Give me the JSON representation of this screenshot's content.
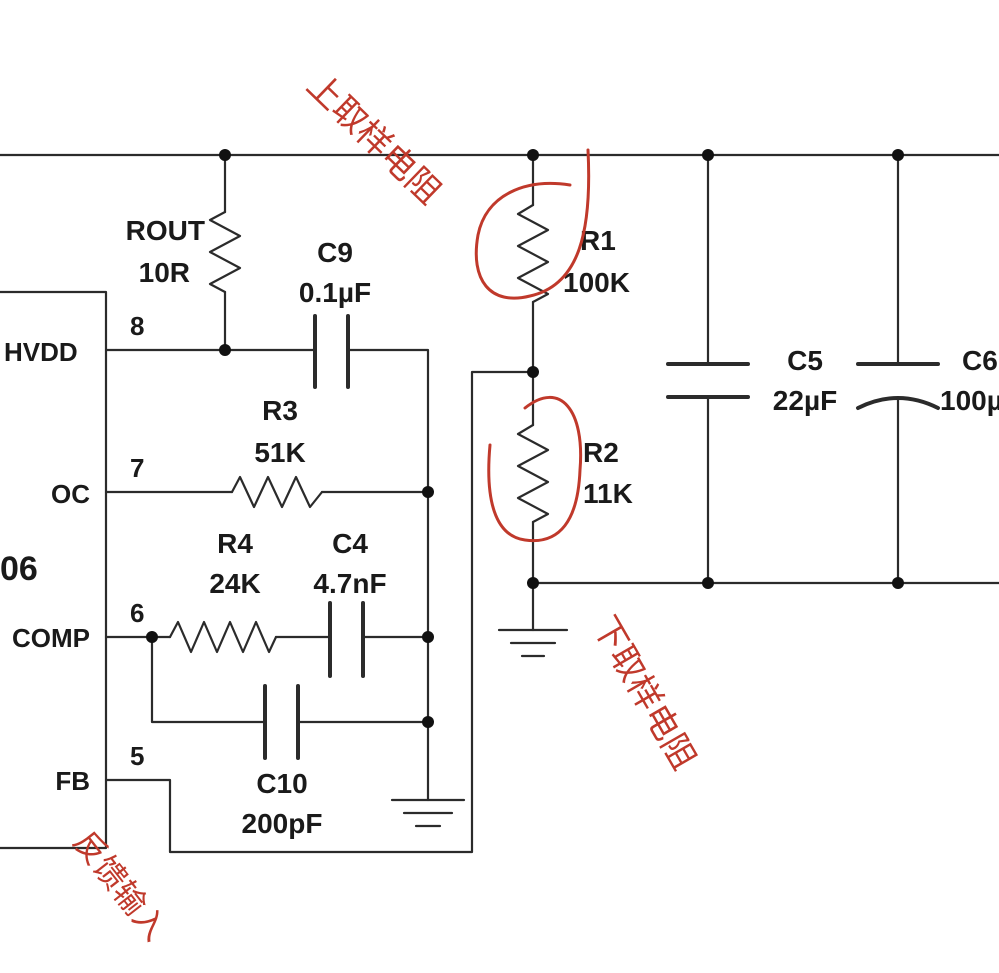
{
  "ic": {
    "part_suffix": "06",
    "pins": [
      {
        "number": "8",
        "name": "HVDD"
      },
      {
        "number": "7",
        "name": "OC"
      },
      {
        "number": "6",
        "name": "COMP"
      },
      {
        "number": "5",
        "name": "FB"
      }
    ]
  },
  "components": {
    "rout": {
      "ref": "ROUT",
      "value": "10R"
    },
    "c9": {
      "ref": "C9",
      "value": "0.1µF"
    },
    "r3": {
      "ref": "R3",
      "value": "51K"
    },
    "r4": {
      "ref": "R4",
      "value": "24K"
    },
    "c4": {
      "ref": "C4",
      "value": "4.7nF"
    },
    "c10": {
      "ref": "C10",
      "value": "200pF"
    },
    "r1": {
      "ref": "R1",
      "value": "100K"
    },
    "r2": {
      "ref": "R2",
      "value": "11K"
    },
    "c5": {
      "ref": "C5",
      "value": "22µF"
    },
    "c6": {
      "ref": "C6",
      "value": "100µ"
    }
  },
  "annotations": {
    "upper_sampling_resistor": "上取样电阻",
    "lower_sampling_resistor": "下取样电阻",
    "feedback_input": "反馈输入"
  },
  "colors": {
    "wire": "#2b2b2b",
    "annotation": "#c0392b"
  }
}
